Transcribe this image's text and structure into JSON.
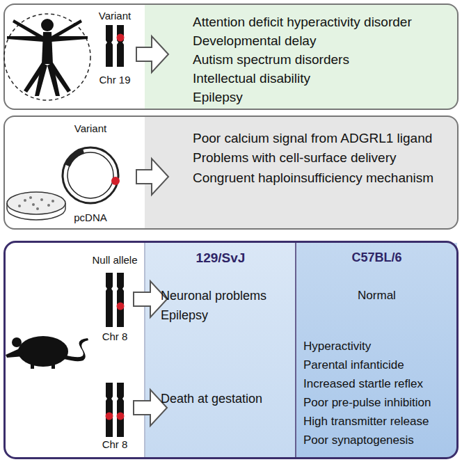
{
  "diagram": {
    "nodes": [
      {
        "text": [
          "Attention deficit hyperactivity disorder",
          "Developmental delay",
          "Autism spectrum disorders",
          "Intellectual disability",
          "Epilepsy"
        ]
      },
      {
        "text": [
          "Poor calcium signal from ADGRL1 ligand",
          "Problems with cell-surface delivery",
          "Congruent haploinsufficiency mechanism"
        ]
      },
      {
        "text": [
          "129/SvJ",
          "Neuronal problems",
          "Epilepsy",
          "Death at gestation"
        ]
      },
      {
        "text": [
          "C57BL/6",
          "Normal",
          "Hyperactivity",
          "Parental infanticide",
          "Increased startle reflex",
          "Poor pre-pulse inhibition",
          "High transmitter release",
          "Poor synaptogenesis"
        ]
      }
    ],
    "labels": [
      "Variant",
      "Chr 19",
      "Variant",
      "pcDNA",
      "Null allele",
      "Chr 8",
      "Chr 8"
    ]
  }
}
